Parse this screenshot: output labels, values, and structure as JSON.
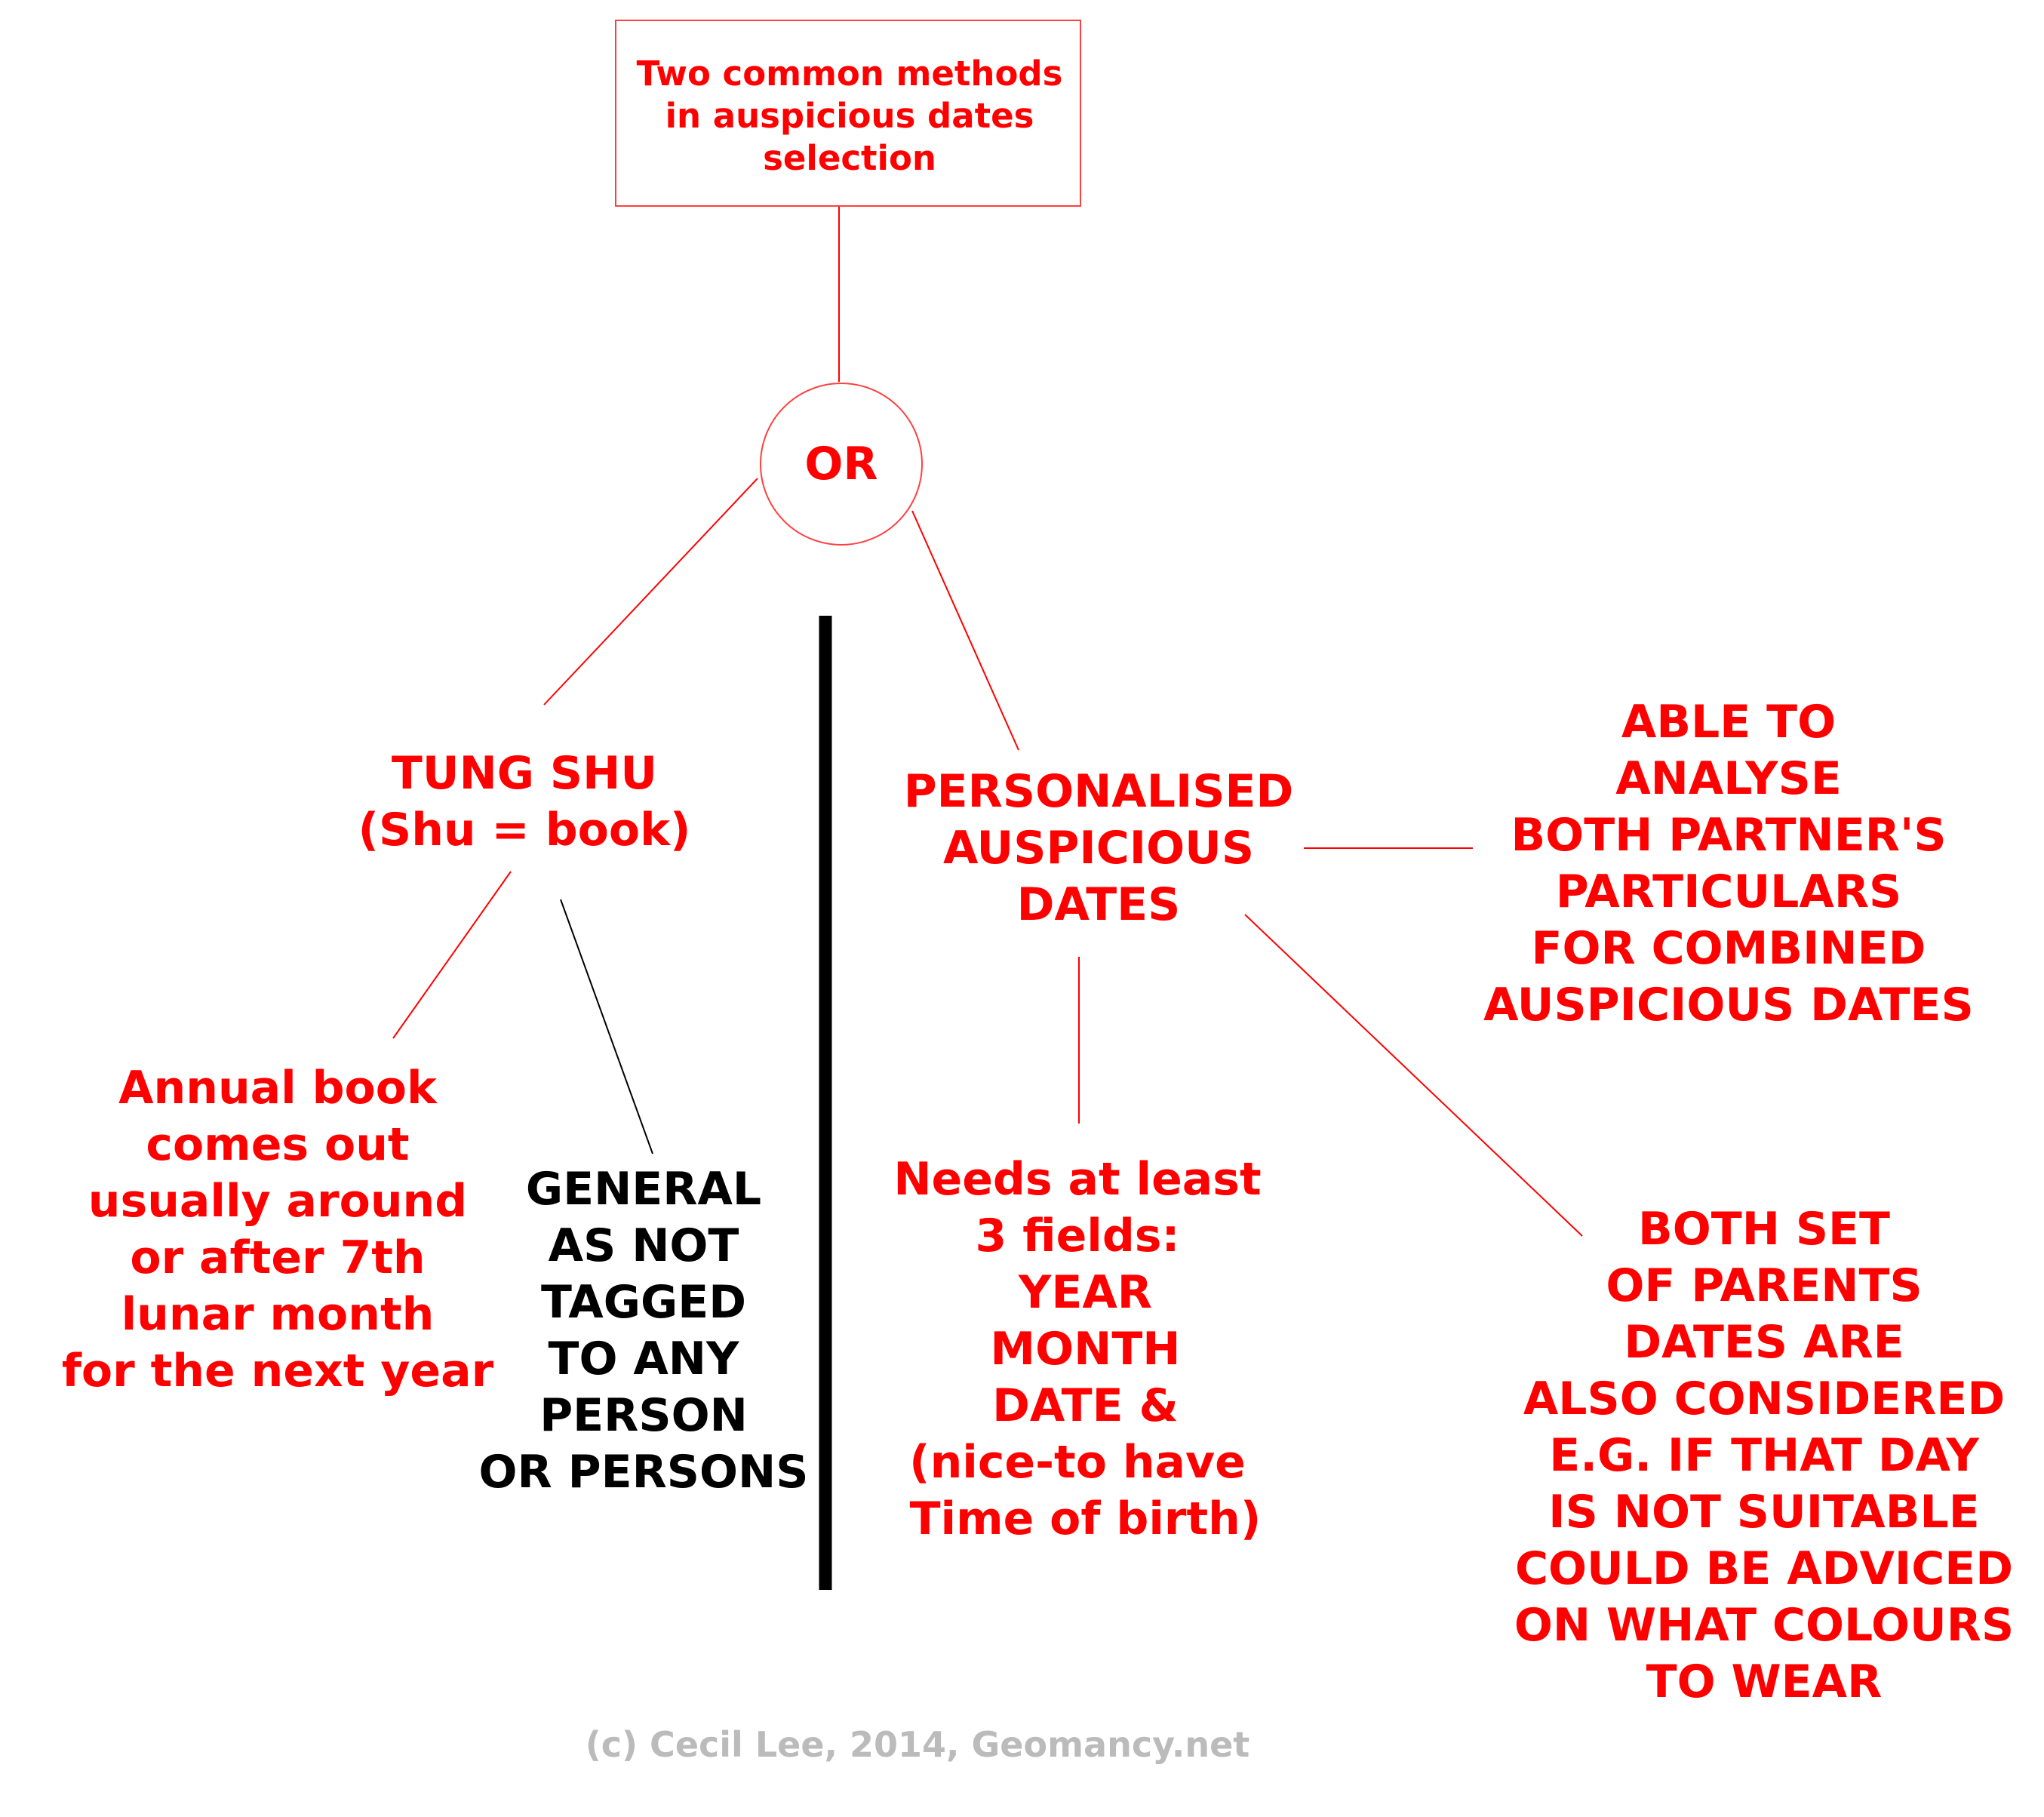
{
  "title": "Two common methods\nin auspicious dates\nselection",
  "or_node": "OR",
  "tung_shu": "TUNG SHU\n(Shu = book)",
  "annual_book": "Annual book\ncomes out\nusually around\nor after 7th\nlunar month\nfor the next year",
  "general": "GENERAL\nAS NOT\nTAGGED\nTO ANY\nPERSON\nOR PERSONS",
  "personalised": "PERSONALISED\nAUSPICIOUS\nDATES",
  "able_to_analyse": "ABLE TO\nANALYSE\nBOTH PARTNER'S\nPARTICULARS\nFOR COMBINED\nAUSPICIOUS DATES",
  "needs_fields": "Needs at least\n3 fields:\n YEAR\n MONTH\n DATE &\n(nice-to have\n Time of birth)",
  "parents": "BOTH SET\nOF PARENTS\nDATES ARE\nALSO CONSIDERED\nE.G. IF THAT DAY\nIS NOT SUITABLE\nCOULD BE ADVICED\nON WHAT COLOURS\nTO WEAR",
  "copyright": "(c) Cecil Lee, 2014, Geomancy.net",
  "colors": {
    "accent": "#ff0000",
    "divider": "#000000",
    "copyright": "#bbbbbb"
  }
}
